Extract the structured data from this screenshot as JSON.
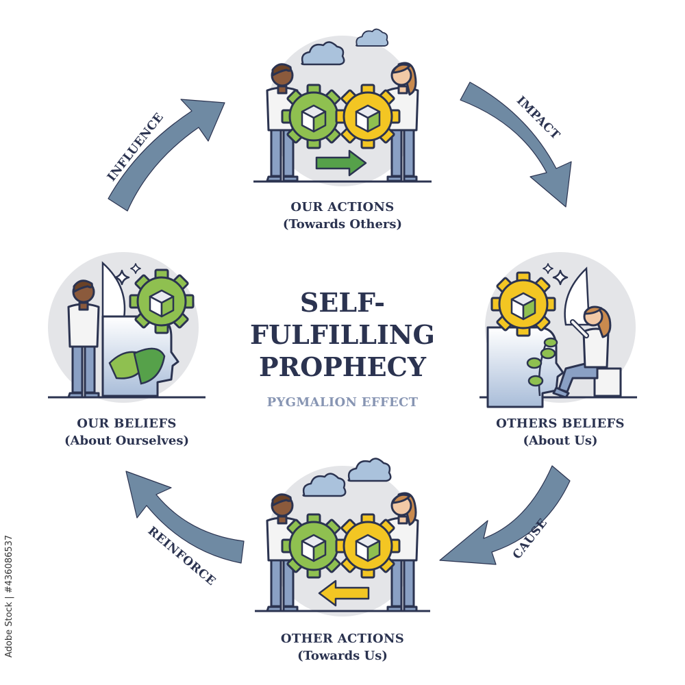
{
  "title_line1": "SELF-",
  "title_line2": "FULFILLING",
  "title_line3": "PROPHECY",
  "subtitle": "PYGMALION EFFECT",
  "nodes": {
    "top": {
      "title": "OUR ACTIONS",
      "subtitle": "(Towards Others)"
    },
    "right": {
      "title": "OTHERS BELIEFS",
      "subtitle": "(About Us)"
    },
    "bottom": {
      "title": "OTHER ACTIONS",
      "subtitle": "(Towards Us)"
    },
    "left": {
      "title": "OUR BELIEFS",
      "subtitle": "(About Ourselves)"
    }
  },
  "arrows": {
    "top_right": "IMPACT",
    "bottom_right": "CAUSE",
    "bottom_left": "REINFORCE",
    "top_left": "INFLUENCE"
  },
  "stock_id": "Adobe Stock | #436086537",
  "colors": {
    "ink": "#2b3350",
    "arrow": "#6f8aa3",
    "gear_green": "#8fc050",
    "gear_yellow": "#f3c623",
    "circle_bg": "#e4e5e8",
    "cloud": "#aac2dc",
    "shirt": "#f4f4f4",
    "pants": "#8aa0c4"
  }
}
